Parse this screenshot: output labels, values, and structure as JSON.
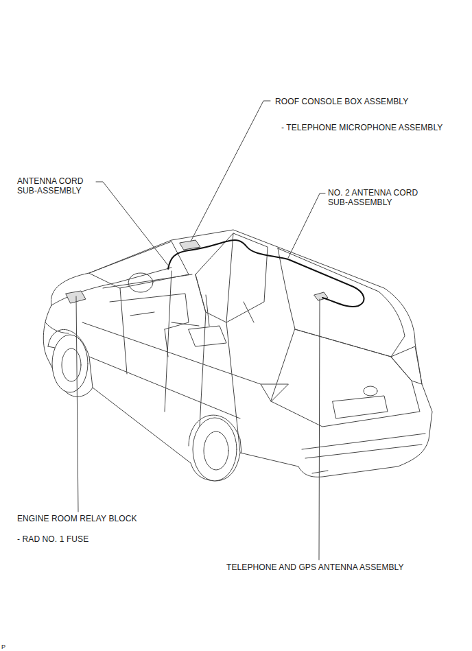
{
  "diagram": {
    "labels": [
      "ROOF CONSOLE BOX ASSEMBLY",
      "- TELEPHONE MICROPHONE ASSEMBLY",
      "ANTENNA CORD SUB-ASSEMBLY",
      "NO. 2 ANTENNA CORD SUB-ASSEMBLY",
      "ENGINE ROOM RELAY BLOCK",
      "- RAD NO. 1 FUSE",
      "TELEPHONE AND GPS ANTENNA ASSEMBLY",
      "P"
    ]
  }
}
